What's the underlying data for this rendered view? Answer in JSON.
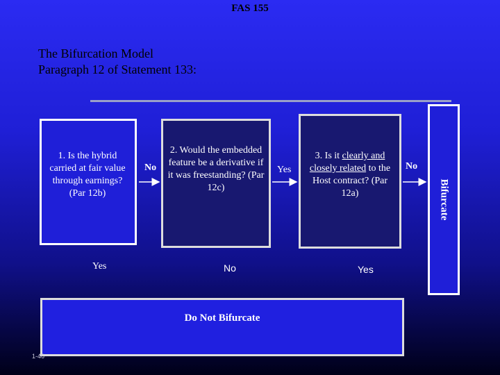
{
  "header": {
    "title": "FAS 155"
  },
  "slide": {
    "title_line1": "The Bifurcation Model",
    "title_line2": "Paragraph 12 of Statement 133:"
  },
  "boxes": {
    "q1": "1.  Is the hybrid carried at fair value through earnings? (Par 12b)",
    "q2": "2.   Would the embedded feature be a derivative if it was freestanding? (Par 12c)",
    "q3": {
      "prefix": "3.   Is it ",
      "underlined": "clearly and closely related",
      "suffix": " to the Host contract? (Par 12a)"
    },
    "bifurcate": "Bifurcate",
    "do_not_bifurcate": "Do Not Bifurcate"
  },
  "labels": {
    "no_1": "No",
    "yes_1": "Yes",
    "no_2": "No",
    "yes_bottom_1": "Yes",
    "no_bottom_2": "No",
    "yes_bottom_3": "Yes"
  },
  "footer": {
    "page_number": "1-46"
  }
}
